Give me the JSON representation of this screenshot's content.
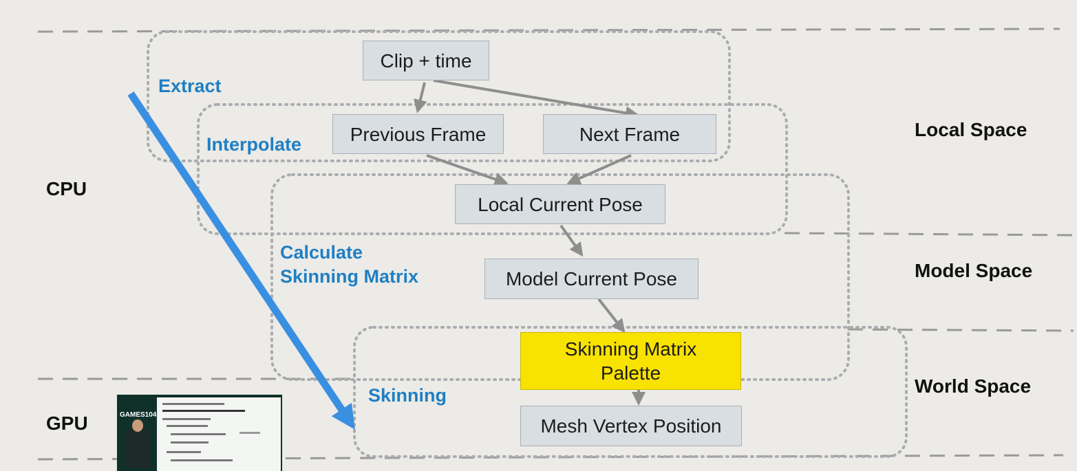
{
  "nodes": {
    "clip_time": "Clip + time",
    "previous_frame": "Previous Frame",
    "next_frame": "Next Frame",
    "local_current_pose": "Local Current Pose",
    "model_current_pose": "Model Current Pose",
    "skinning_palette": [
      "Skinning Matrix",
      "Palette"
    ],
    "mesh_vertex_position": "Mesh Vertex Position"
  },
  "stages": {
    "extract": "Extract",
    "interpolate": "Interpolate",
    "calculate": [
      "Calculate",
      "Skinning Matrix"
    ],
    "skinning": "Skinning"
  },
  "processors": {
    "cpu": "CPU",
    "gpu": "GPU"
  },
  "spaces": {
    "local": "Local Space",
    "model": "Model Space",
    "world": "World Space"
  },
  "thumbnail": {
    "brand": "GAMES104",
    "icon": "lecture-video-thumbnail-icon"
  },
  "colors": {
    "background": "#ecebe7",
    "node_fill": "#d9dee2",
    "highlight_fill": "#f8e200",
    "stage_text": "#1f7fc4",
    "arrow_blue": "#3b8fe0",
    "connector_gray": "#8e8e8e"
  }
}
